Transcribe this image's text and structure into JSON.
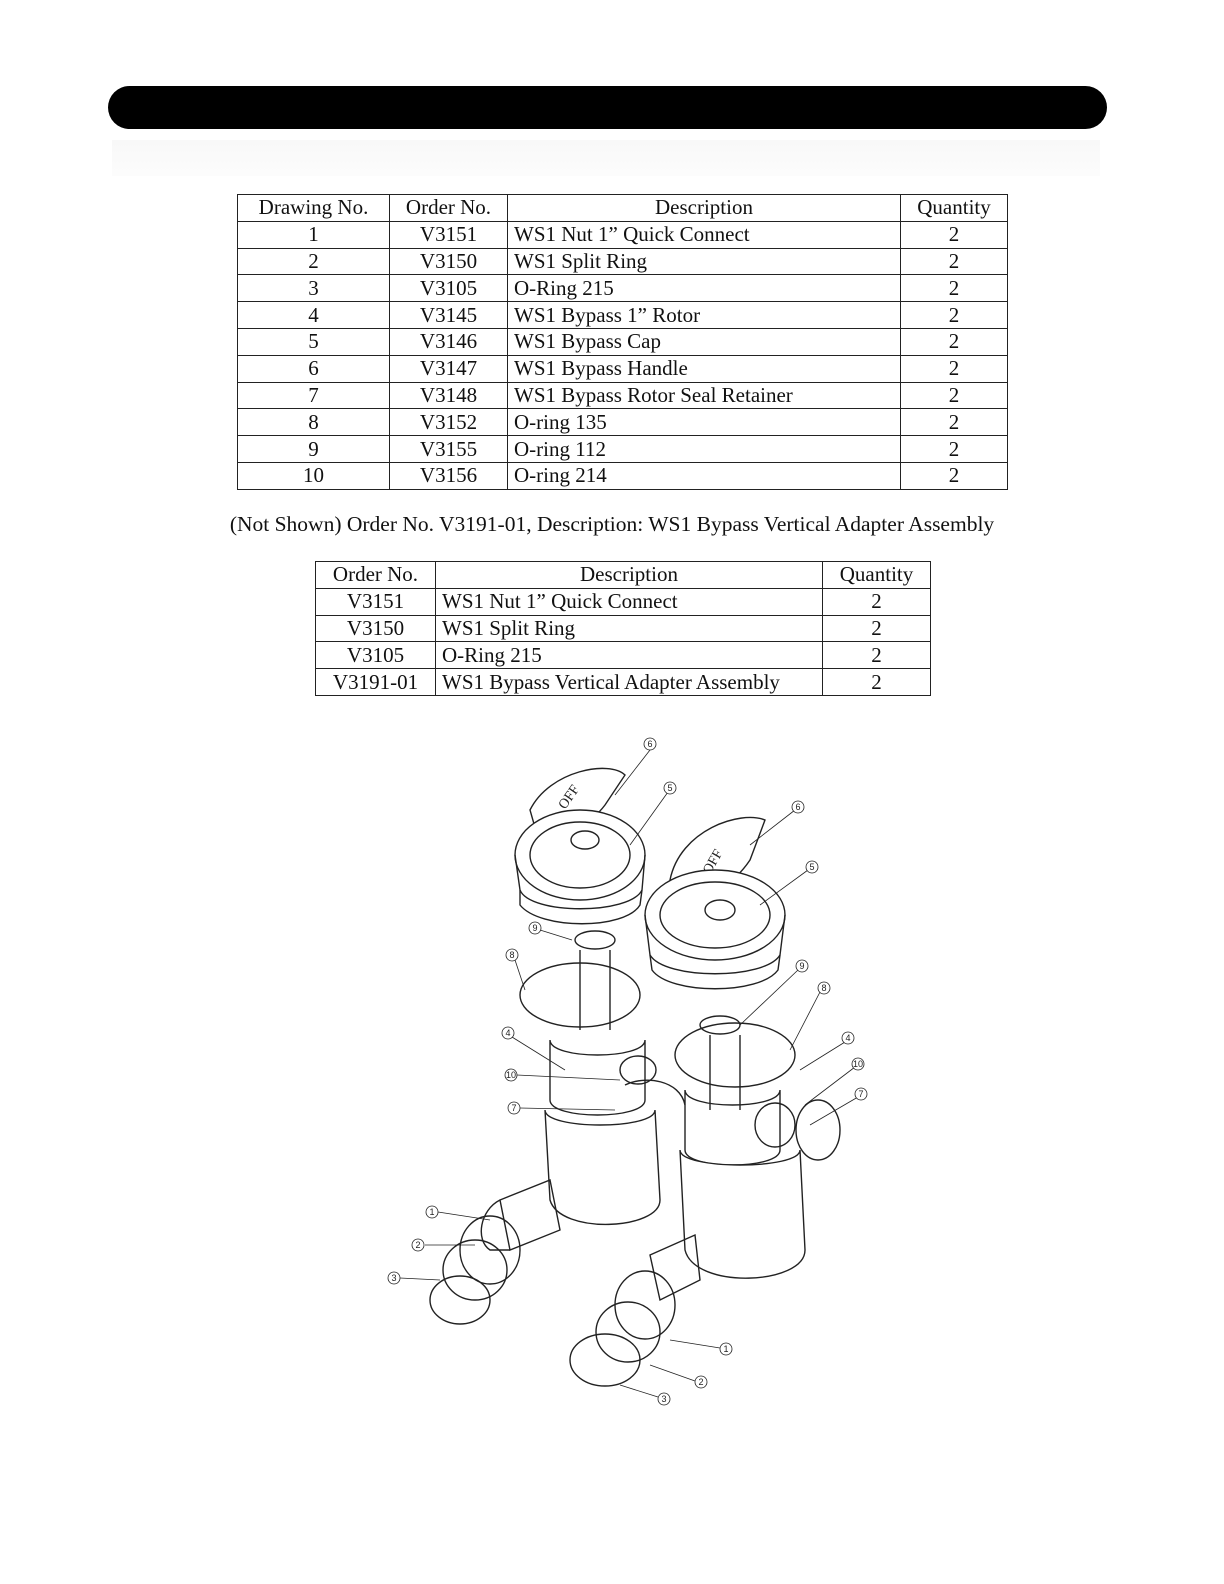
{
  "table1": {
    "headers": [
      "Drawing No.",
      "Order No.",
      "Description",
      "Quantity"
    ],
    "rows": [
      [
        "1",
        "V3151",
        "WS1 Nut 1” Quick Connect",
        "2"
      ],
      [
        "2",
        "V3150",
        "WS1 Split Ring",
        "2"
      ],
      [
        "3",
        "V3105",
        "O-Ring 215",
        "2"
      ],
      [
        "4",
        "V3145",
        "WS1 Bypass 1” Rotor",
        "2"
      ],
      [
        "5",
        "V3146",
        "WS1 Bypass Cap",
        "2"
      ],
      [
        "6",
        "V3147",
        "WS1 Bypass Handle",
        "2"
      ],
      [
        "7",
        "V3148",
        "WS1 Bypass Rotor Seal Retainer",
        "2"
      ],
      [
        "8",
        "V3152",
        "O-ring 135",
        "2"
      ],
      [
        "9",
        "V3155",
        "O-ring 112",
        "2"
      ],
      [
        "10",
        "V3156",
        "O-ring 214",
        "2"
      ]
    ]
  },
  "note": "(Not Shown) Order No. V3191-01, Description: WS1 Bypass Vertical Adapter Assembly",
  "table2": {
    "headers": [
      "Order No.",
      "Description",
      "Quantity"
    ],
    "rows": [
      [
        "V3151",
        "WS1 Nut 1” Quick Connect",
        "2"
      ],
      [
        "V3150",
        "WS1 Split Ring",
        "2"
      ],
      [
        "V3105",
        "O-Ring 215",
        "2"
      ],
      [
        "V3191-01",
        "WS1 Bypass Vertical Adapter Assembly",
        "2"
      ]
    ]
  },
  "diagram": {
    "handle_text": "OFF",
    "callouts": [
      "6",
      "5",
      "6",
      "5",
      "9",
      "8",
      "9",
      "8",
      "4",
      "10",
      "7",
      "4",
      "10",
      "7",
      "1",
      "2",
      "3",
      "1",
      "2",
      "3"
    ]
  }
}
